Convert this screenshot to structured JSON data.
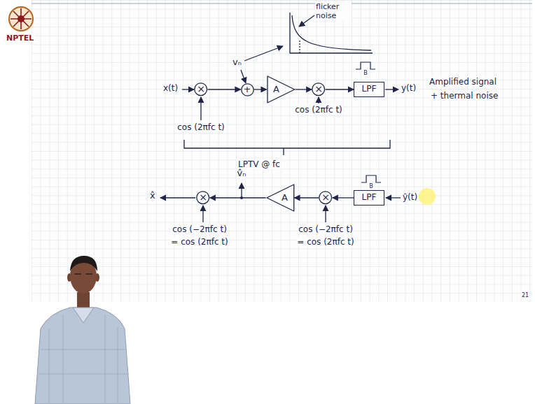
{
  "diagram": {
    "nodes": [
      {
        "text": [
          "×"
        ]
      },
      {
        "text": [
          "+"
        ]
      },
      {
        "text": [
          "A"
        ]
      },
      {
        "text": [
          "×"
        ]
      },
      {
        "text": [
          "LPF"
        ]
      },
      {
        "text": [
          "LPF"
        ]
      },
      {
        "text": [
          "×"
        ]
      },
      {
        "text": [
          "A"
        ]
      },
      {
        "text": [
          "×"
        ]
      }
    ],
    "edges": [
      {
        "from": 0,
        "to": 1,
        "arrow": "to"
      },
      {
        "from": 1,
        "to": 2,
        "arrow": "to"
      },
      {
        "from": 2,
        "to": 3,
        "arrow": "to"
      },
      {
        "from": 3,
        "to": 4,
        "arrow": "to"
      },
      {
        "from": 5,
        "to": 6,
        "arrow": "to"
      },
      {
        "from": 6,
        "to": 7,
        "arrow": "to"
      },
      {
        "from": 7,
        "to": 8,
        "arrow": "to"
      }
    ],
    "labels": [
      "NPTEL",
      "flicker noise",
      "vₙ",
      "x(t)",
      "cos (2πfc t)",
      "B",
      "cos (2πfc t)",
      "y(t)",
      "Amplified signal",
      "+ thermal noise",
      "LPTV @ fc",
      "v̂ₙ",
      "x̂",
      "cos (−2πfc t)",
      "= cos (2πfc t)",
      "B",
      "cos (−2πfc t)",
      "= cos (2πfc t)",
      "ŷ(t)",
      "21"
    ]
  }
}
